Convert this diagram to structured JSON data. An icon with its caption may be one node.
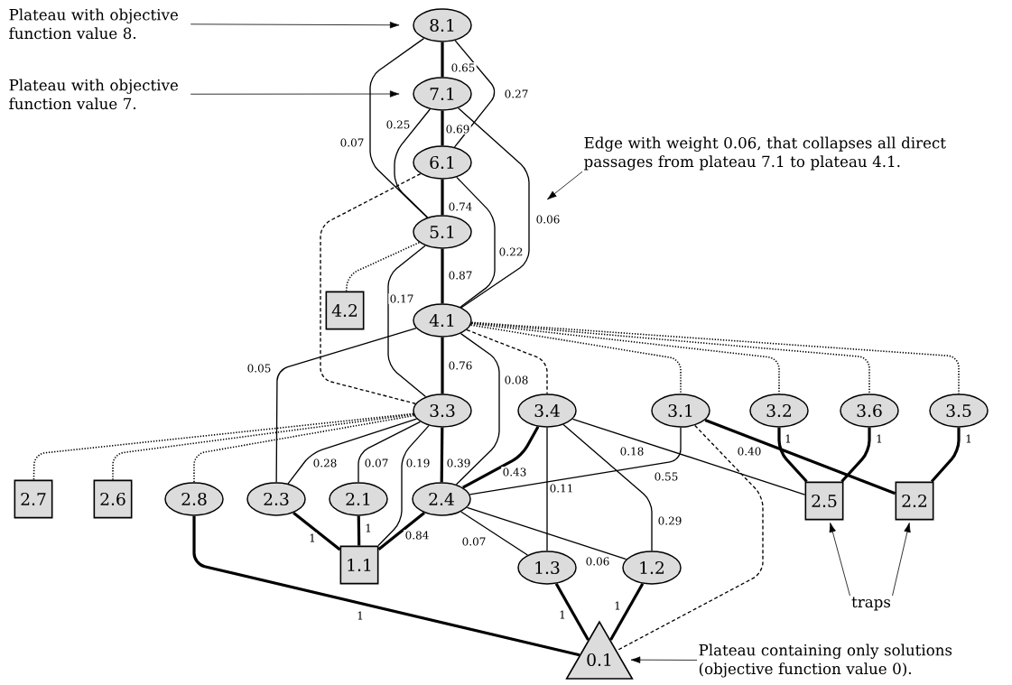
{
  "diagram": {
    "nodes": [
      {
        "text": [
          "8.1"
        ]
      },
      {
        "text": [
          "7.1"
        ]
      },
      {
        "text": [
          "6.1"
        ]
      },
      {
        "text": [
          "5.1"
        ]
      },
      {
        "text": [
          "4.2"
        ]
      },
      {
        "text": [
          "4.1"
        ]
      },
      {
        "text": [
          "3.3"
        ]
      },
      {
        "text": [
          "3.4"
        ]
      },
      {
        "text": [
          "3.1"
        ]
      },
      {
        "text": [
          "3.2"
        ]
      },
      {
        "text": [
          "3.6"
        ]
      },
      {
        "text": [
          "3.5"
        ]
      },
      {
        "text": [
          "2.7"
        ]
      },
      {
        "text": [
          "2.6"
        ]
      },
      {
        "text": [
          "2.8"
        ]
      },
      {
        "text": [
          "2.3"
        ]
      },
      {
        "text": [
          "2.1"
        ]
      },
      {
        "text": [
          "2.4"
        ]
      },
      {
        "text": [
          "2.5"
        ]
      },
      {
        "text": [
          "2.2"
        ]
      },
      {
        "text": [
          "1.1"
        ]
      },
      {
        "text": [
          "1.3"
        ]
      },
      {
        "text": [
          "1.2"
        ]
      },
      {
        "text": [
          "0.1"
        ]
      },
      {
        "text": [
          "Plateau with objective function value 8."
        ]
      },
      {
        "text": [
          "Plateau with objective function value 7."
        ]
      },
      {
        "text": [
          "Edge with weight 0.06, that collapses all direct passages from plateau 7.1 to plateau 4.1."
        ]
      },
      {
        "text": [
          "traps"
        ]
      },
      {
        "text": [
          "Plateau containing only solutions (objective function value 0)."
        ]
      }
    ],
    "edges": [
      {
        "from": 0,
        "to": 1,
        "arrow": "none",
        "label": "0.65",
        "style": "thick"
      },
      {
        "from": 0,
        "to": 3,
        "arrow": "none",
        "label": "0.07"
      },
      {
        "from": 0,
        "to": 2,
        "arrow": "none",
        "label": "0.27"
      },
      {
        "from": 1,
        "to": 2,
        "arrow": "none",
        "label": "0.69",
        "style": "thick"
      },
      {
        "from": 1,
        "to": 3,
        "arrow": "none",
        "label": "0.25"
      },
      {
        "from": 1,
        "to": 5,
        "arrow": "none",
        "label": "0.06"
      },
      {
        "from": 2,
        "to": 3,
        "arrow": "none",
        "label": "0.74",
        "style": "thick"
      },
      {
        "from": 2,
        "to": 5,
        "arrow": "none",
        "label": "0.22"
      },
      {
        "from": 2,
        "to": 6,
        "arrow": "none",
        "style": "dashed"
      },
      {
        "from": 3,
        "to": 5,
        "arrow": "none",
        "label": "0.87",
        "style": "thick"
      },
      {
        "from": 3,
        "to": 4,
        "arrow": "none",
        "style": "dashed"
      },
      {
        "from": 3,
        "to": 6,
        "arrow": "none",
        "label": "0.17"
      },
      {
        "from": 5,
        "to": 6,
        "arrow": "none",
        "label": "0.76",
        "style": "thick"
      },
      {
        "from": 5,
        "to": 15,
        "arrow": "none",
        "label": "0.05"
      },
      {
        "from": 5,
        "to": 17,
        "arrow": "none",
        "label": "0.08"
      },
      {
        "from": 5,
        "to": 7,
        "arrow": "none",
        "style": "dashed"
      },
      {
        "from": 5,
        "to": 8,
        "arrow": "none",
        "style": "dashed"
      },
      {
        "from": 5,
        "to": 9,
        "arrow": "none",
        "style": "dashed"
      },
      {
        "from": 5,
        "to": 10,
        "arrow": "none",
        "style": "dashed"
      },
      {
        "from": 5,
        "to": 11,
        "arrow": "none",
        "style": "dashed"
      },
      {
        "from": 6,
        "to": 12,
        "arrow": "none",
        "style": "dashed"
      },
      {
        "from": 6,
        "to": 13,
        "arrow": "none",
        "style": "dashed"
      },
      {
        "from": 6,
        "to": 14,
        "arrow": "none",
        "style": "dashed"
      },
      {
        "from": 6,
        "to": 15,
        "arrow": "none",
        "label": "0.28"
      },
      {
        "from": 6,
        "to": 16,
        "arrow": "none",
        "label": "0.07"
      },
      {
        "from": 6,
        "to": 20,
        "arrow": "none",
        "label": "0.19"
      },
      {
        "from": 6,
        "to": 17,
        "arrow": "none",
        "label": "0.39",
        "style": "thick"
      },
      {
        "from": 7,
        "to": 17,
        "arrow": "none",
        "label": "0.43",
        "style": "thick"
      },
      {
        "from": 7,
        "to": 21,
        "arrow": "none",
        "label": "0.11"
      },
      {
        "from": 7,
        "to": 22,
        "arrow": "none",
        "label": "0.29"
      },
      {
        "from": 7,
        "to": 18,
        "arrow": "none",
        "label": "0.18"
      },
      {
        "from": 8,
        "to": 17,
        "arrow": "none",
        "label": "0.55"
      },
      {
        "from": 8,
        "to": 19,
        "arrow": "none",
        "label": "0.40",
        "style": "thick"
      },
      {
        "from": 8,
        "to": 23,
        "arrow": "none",
        "style": "dashed"
      },
      {
        "from": 9,
        "to": 18,
        "arrow": "none",
        "label": "1",
        "style": "thick"
      },
      {
        "from": 10,
        "to": 18,
        "arrow": "none",
        "label": "1",
        "style": "thick"
      },
      {
        "from": 11,
        "to": 19,
        "arrow": "none",
        "label": "1",
        "style": "thick"
      },
      {
        "from": 15,
        "to": 20,
        "arrow": "none",
        "label": "1",
        "style": "thick"
      },
      {
        "from": 16,
        "to": 20,
        "arrow": "none",
        "label": "1",
        "style": "thick"
      },
      {
        "from": 17,
        "to": 20,
        "arrow": "none",
        "label": "0.84",
        "style": "thick"
      },
      {
        "from": 17,
        "to": 21,
        "arrow": "none",
        "label": "0.07"
      },
      {
        "from": 17,
        "to": 22,
        "arrow": "none",
        "label": "0.06"
      },
      {
        "from": 14,
        "to": 23,
        "arrow": "none",
        "label": "1",
        "style": "thick"
      },
      {
        "from": 21,
        "to": 23,
        "arrow": "none",
        "label": "1",
        "style": "thick"
      },
      {
        "from": 22,
        "to": 23,
        "arrow": "none",
        "label": "1",
        "style": "thick"
      },
      {
        "from": 24,
        "to": 0,
        "arrow": "to"
      },
      {
        "from": 25,
        "to": 1,
        "arrow": "to"
      },
      {
        "from": 26,
        "to": null,
        "arrow": "to"
      },
      {
        "from": 27,
        "to": 18,
        "arrow": "to"
      },
      {
        "from": 27,
        "to": 19,
        "arrow": "to"
      },
      {
        "from": 28,
        "to": 23,
        "arrow": "to"
      }
    ]
  }
}
